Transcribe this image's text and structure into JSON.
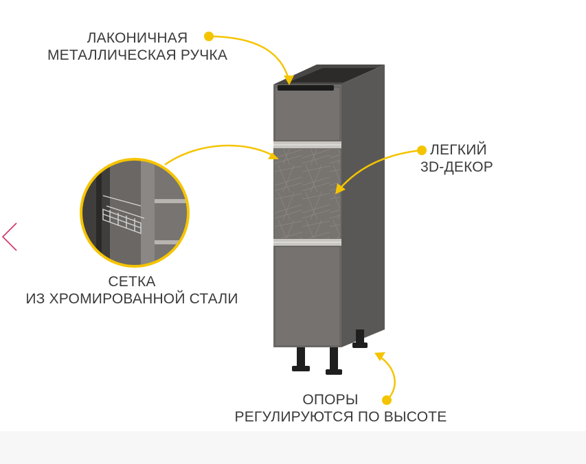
{
  "callouts": {
    "handle": {
      "line1": "ЛАКОНИЧНАЯ",
      "line2": "МЕТАЛЛИЧЕСКАЯ РУЧКА"
    },
    "decor": {
      "line1": "ЛЕГКИЙ",
      "line2": "3D-ДЕКОР"
    },
    "mesh": {
      "line1": "СЕТКА",
      "line2": "ИЗ ХРОМИРОВАННОЙ СТАЛИ"
    },
    "legs": {
      "line1": "ОПОРЫ",
      "line2": "РЕГУЛИРУЮТСЯ ПО ВЫСОТЕ"
    }
  },
  "colors": {
    "accent_yellow": "#f5c400",
    "nav_arrow": "#d0316a",
    "cabinet_body": "#5e5c5a",
    "cabinet_front": "#6f6c69",
    "label_text": "#3a3a3a"
  },
  "navigation": {
    "prev_icon": "chevron-left-icon"
  }
}
